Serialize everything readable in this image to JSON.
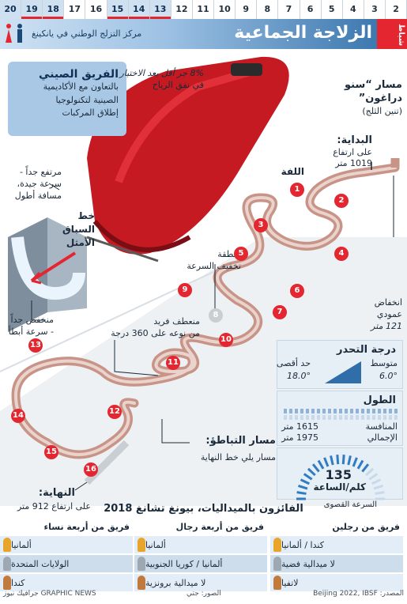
{
  "calendar": {
    "days": [
      "20",
      "19",
      "18",
      "17",
      "16",
      "15",
      "14",
      "13",
      "12",
      "11",
      "10",
      "9",
      "8",
      "7",
      "6",
      "5",
      "4",
      "3",
      "2"
    ],
    "month": "شباط"
  },
  "header": {
    "title": "الزلاجة الجماعية",
    "subtitle": "مركز التزلج الوطني في يانكينغ"
  },
  "chinese_team": {
    "heading": "الفريق الصيني",
    "body_1": "بالتعاون مع الأكاديمية",
    "body_2": "الصينية لتكنولوجيا",
    "body_3": "إطلاق المركبات"
  },
  "drag_note": {
    "line_1": "8% جر أقل بعد الاختبار",
    "line_2": "في نفق الرياح"
  },
  "track": {
    "name_1": "مسار “سنو",
    "name_2": "دراغون”",
    "name_3": "(تنين الثلج)",
    "start_h": "البداية:",
    "start_1": "على ارتفاع",
    "start_2": "1019 متر",
    "lafa": "اللفة",
    "slow_1": "منطقة",
    "slow_2": "تخفيف السرعة",
    "drop_1": "انخفاض",
    "drop_2": "عمودي",
    "drop_3": "121 متر",
    "curve_1": "منعطف فريد",
    "curve_2": "من نوعه على 360 درجة",
    "brake_h": "مسار التباطؤ:",
    "brake_1": "مسار يلي خط النهاية",
    "end_h": "النهاية:",
    "end_1": "على ارتفاع 912 متر"
  },
  "diagram": {
    "high_1": "مرتفع جداً -",
    "high_2": "سرعة جيدة،",
    "high_3": "مسافة أطول",
    "line_1": "خط",
    "line_2": "السباق",
    "line_3": "الأمثل",
    "low_1": "منخفض جداً",
    "low_2": "- سرعة أبطأ"
  },
  "markers": [
    "1",
    "2",
    "3",
    "4",
    "5",
    "6",
    "7",
    "8",
    "9",
    "10",
    "11",
    "12",
    "13",
    "14",
    "15",
    "16"
  ],
  "gradient": {
    "title": "درجة التحدر",
    "max_label": "حد أقصى",
    "max_value": "18.0°",
    "avg_label": "متوسط",
    "avg_value": "6.0°"
  },
  "length": {
    "title": "الطول",
    "comp_label": "المنافسة",
    "comp_value": "1615 متر",
    "total_label": "الإجمالي",
    "total_value": "1975 متر"
  },
  "speed": {
    "value": "135",
    "unit": "كلم/الساعة",
    "label": "السرعة القصوى",
    "fraction": 0.75
  },
  "winners": {
    "heading": "الفائزون بالميداليات، بيونغ تشانغ 2018",
    "cols": [
      {
        "title": "فريق من رجلين",
        "rows": [
          "كندا / ألمانيا",
          "لا ميدالية فضية",
          "لاتفيا"
        ]
      },
      {
        "title": "فريق من أربعة رجال",
        "rows": [
          "ألمانيا",
          "ألمانيا / كوريا الجنوبية",
          "لا ميدالية برونزية"
        ]
      },
      {
        "title": "فريق من أربعة نساء",
        "rows": [
          "ألمانيا",
          "الولايات المتحدة",
          "كندا"
        ]
      }
    ]
  },
  "footer": {
    "source": "المصدر: Beijing 2022, IBSF",
    "photo": "الصور: جتي",
    "brand": "GRAPHIC NEWS جرافيك نيوز"
  },
  "colors": {
    "accent": "#e3262f",
    "navy": "#0f2f55",
    "track": "#c79487"
  }
}
